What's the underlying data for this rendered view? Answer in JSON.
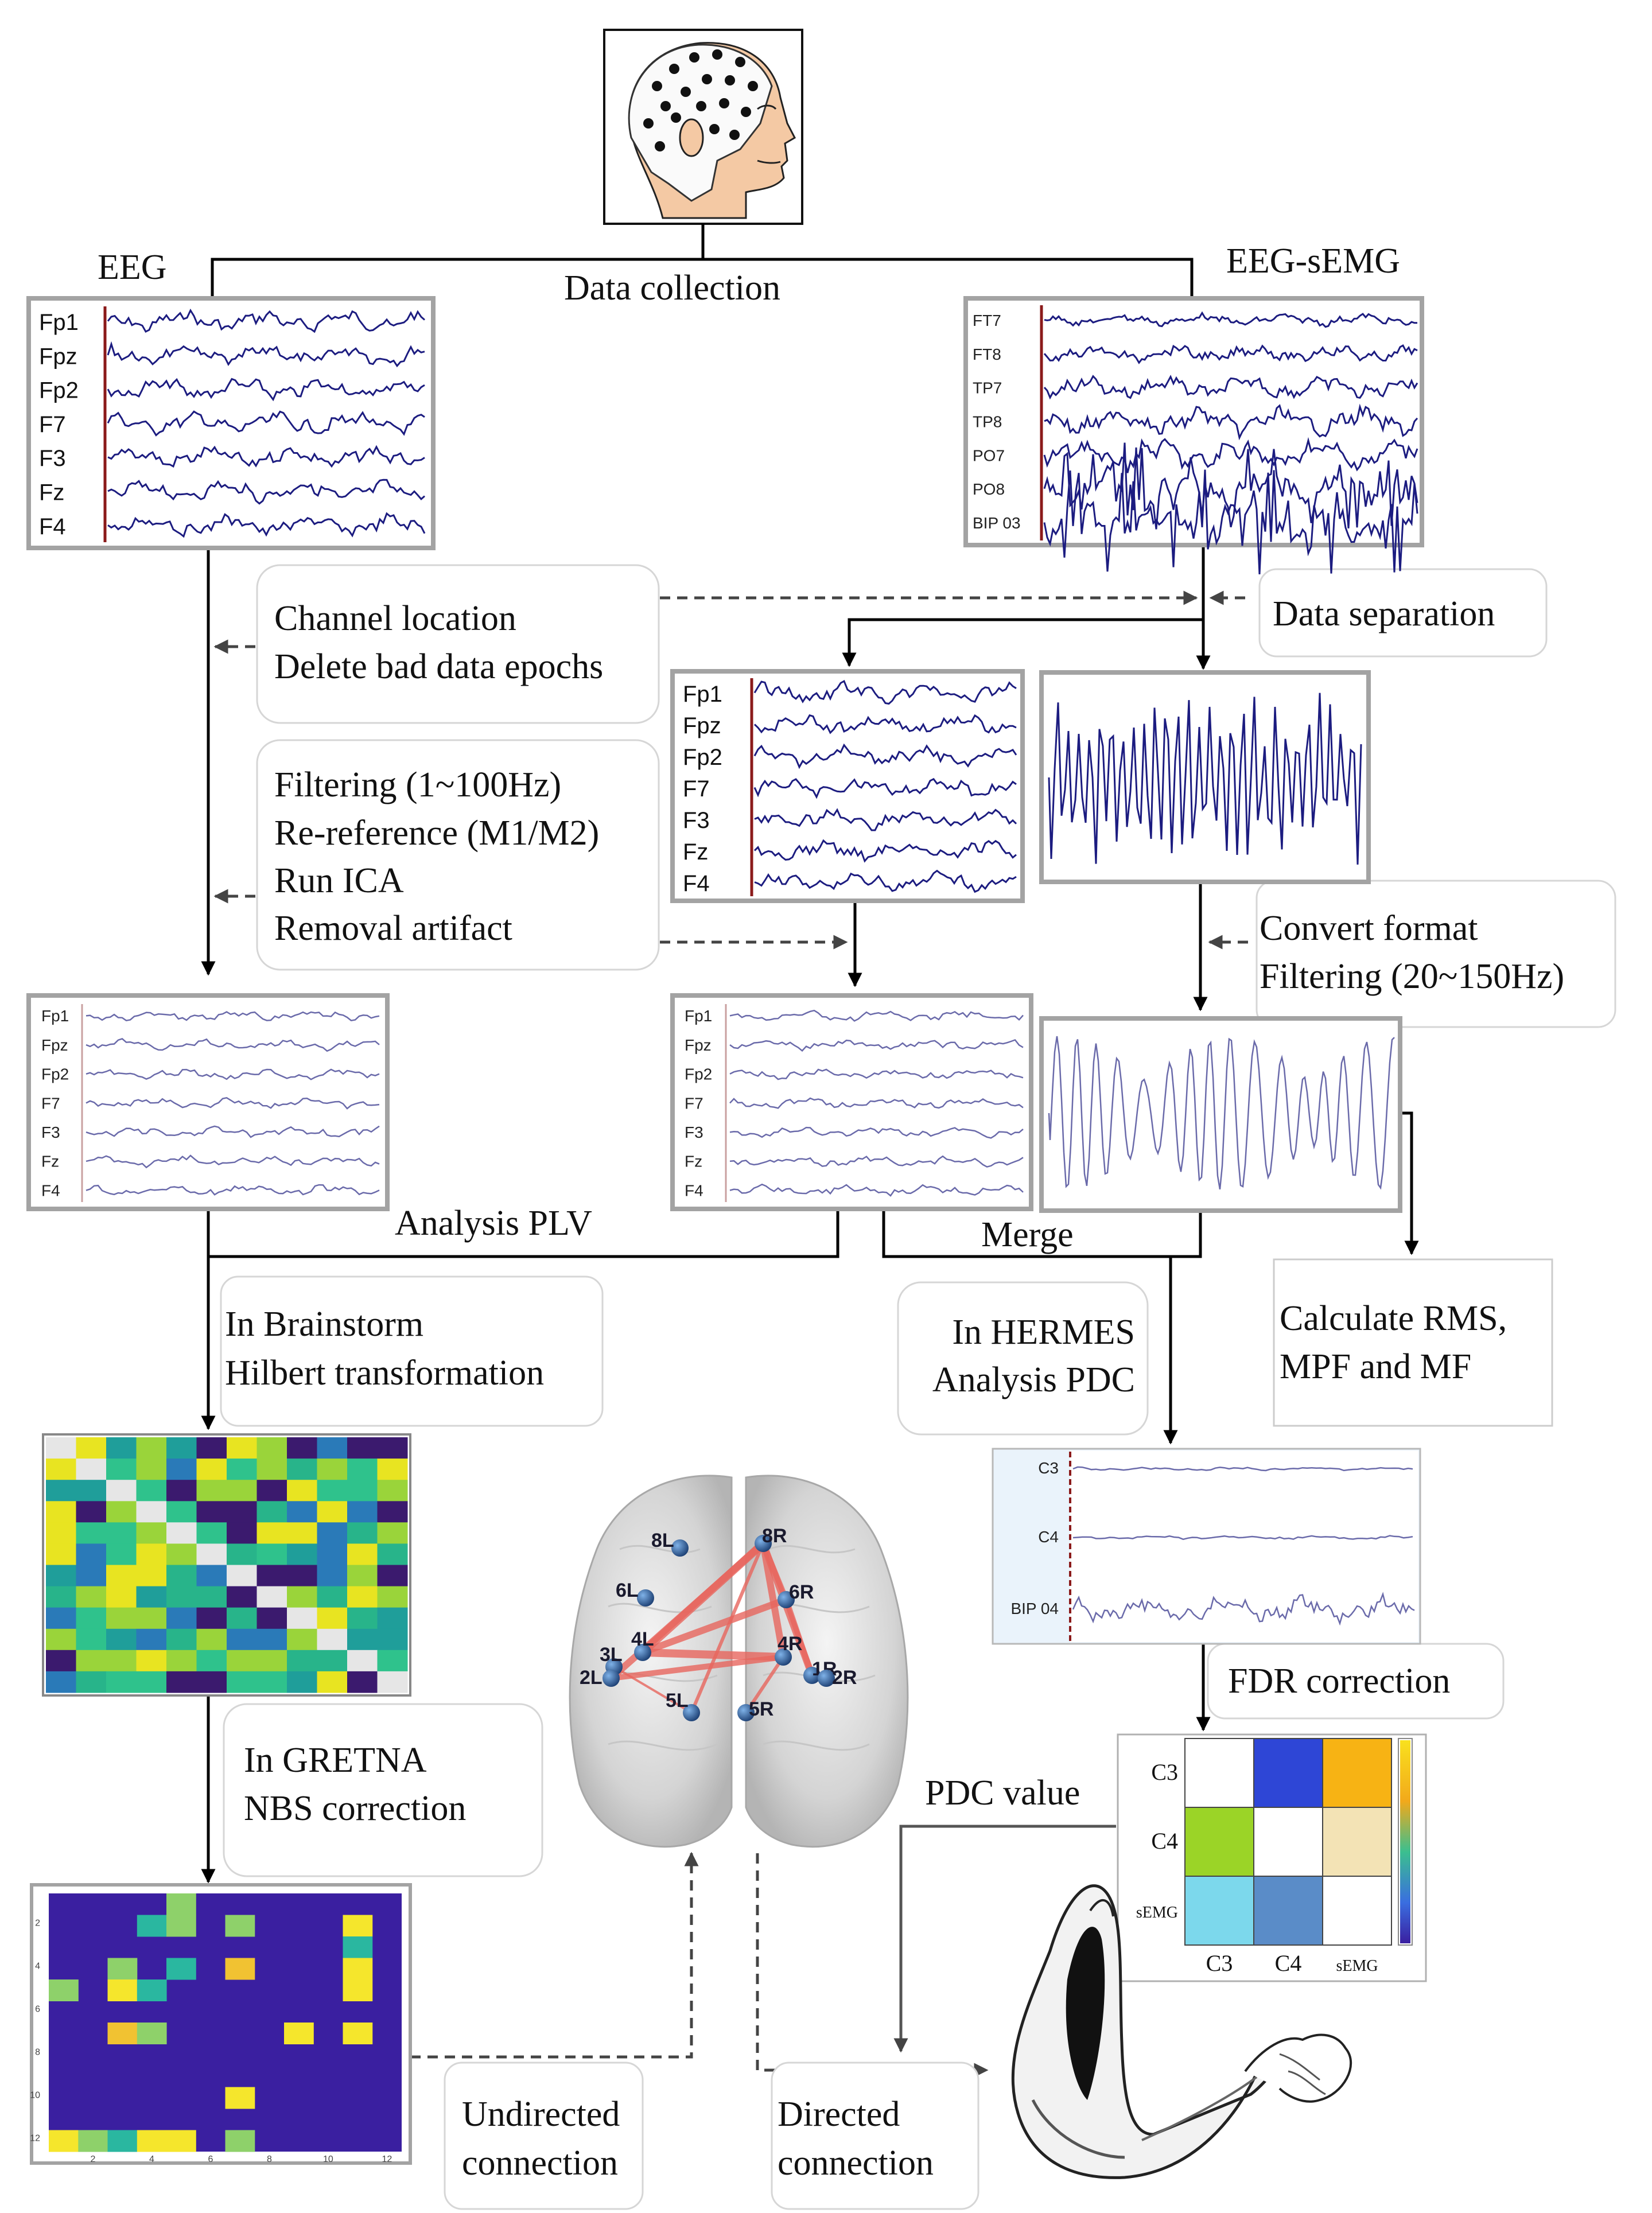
{
  "labels": {
    "eeg": "EEG",
    "data_collection": "Data collection",
    "eeg_semg": "EEG-sEMG",
    "channel_location": "Channel  location",
    "delete_bad": "Delete  bad data epochs",
    "data_separation": "Data separation",
    "filtering_1": "Filtering  (1~100Hz)",
    "rereference": "Re-reference (M1/M2)",
    "run_ica": "Run ICA",
    "removal": "Removal artifact",
    "convert_format": "Convert format",
    "filtering_2": "Filtering  (20~150Hz)",
    "analysis_plv": "Analysis  PLV",
    "merge": "Merge",
    "in_brainstorm": "In Brainstorm",
    "hilbert": "Hilbert  transformation",
    "in_hermes": "In HERMES",
    "analysis_pdc": "Analysis  PDC",
    "calc_1": "Calculate  RMS,",
    "calc_2": "MPF and MF",
    "fdr": "FDR correction",
    "in_gretna": "In GRETNA",
    "nbs": "NBS  correction",
    "pdc_value": "PDC value",
    "undirected_1": "Undirected",
    "undirected_2": "connection",
    "directed_1": "Directed",
    "directed_2": "connection"
  },
  "eeg_channels": [
    "Fp1",
    "Fpz",
    "Fp2",
    "F7",
    "F3",
    "Fz",
    "F4"
  ],
  "semg_channels": [
    "FT7",
    "FT8",
    "TP7",
    "TP8",
    "PO7",
    "PO8",
    "BIP 03"
  ],
  "pdc_signal_channels": [
    "C3",
    "C4",
    "BIP 04"
  ],
  "pdc_matrix": {
    "rows": [
      "C3",
      "C4",
      "sEMG"
    ],
    "cols": [
      "C3",
      "C4",
      "sEMG"
    ],
    "colors": [
      [
        "#ffffff",
        "#2e46d6",
        "#f7b314"
      ],
      [
        "#9bd427",
        "#ffffff",
        "#f3e3b5"
      ],
      [
        "#7cd8ec",
        "#5a8cc8",
        "#ffffff"
      ]
    ]
  },
  "brain_nodes": [
    "8L",
    "8R",
    "6L",
    "6R",
    "4L",
    "4R",
    "3L",
    "2L",
    "1R",
    "2R",
    "5L",
    "5R"
  ],
  "nbs_axis_ticks": {
    "y": [
      "2",
      "4",
      "6",
      "8",
      "10",
      "12"
    ],
    "x": [
      "2",
      "4",
      "6",
      "8",
      "10",
      "12"
    ]
  },
  "colors": {
    "box_border": "#a3a3a3",
    "wave": "#1c1c80",
    "marker": "#8b1a1a",
    "edge": "#e8665e",
    "node": "#2a5a9a",
    "nbs_background": "#3a1fa0"
  }
}
